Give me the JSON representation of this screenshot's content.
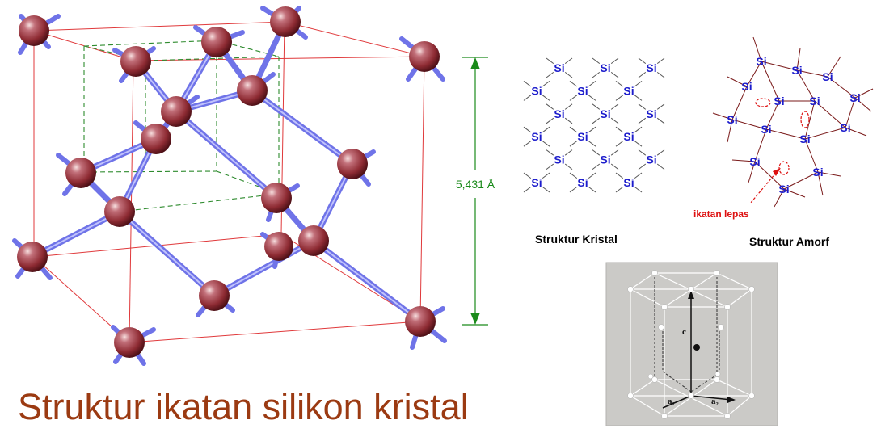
{
  "caption": "Struktur ikatan silikon kristal",
  "lattice": {
    "dimension_label": "5,431 Å",
    "colors": {
      "atom": "#8e2b33",
      "bond": "#6f73e8",
      "cube": "#e0393b",
      "inner_cube": "#2e8b2e",
      "dimension": "#1a8a1a"
    }
  },
  "crystal_panel": {
    "title": "Struktur Kristal",
    "atom_symbol": "Si"
  },
  "amorphous_panel": {
    "title": "Struktur Amorf",
    "atom_symbol": "Si",
    "dangling_bond_label": "ikatan lepas",
    "colors": {
      "symbol": "#1c1ccc",
      "bond": "#7a1a1a",
      "dangling": "#dd1111"
    }
  },
  "hex_panel": {
    "axis_c": "c",
    "axis_a1": "a₁",
    "axis_a2": "a₂"
  }
}
